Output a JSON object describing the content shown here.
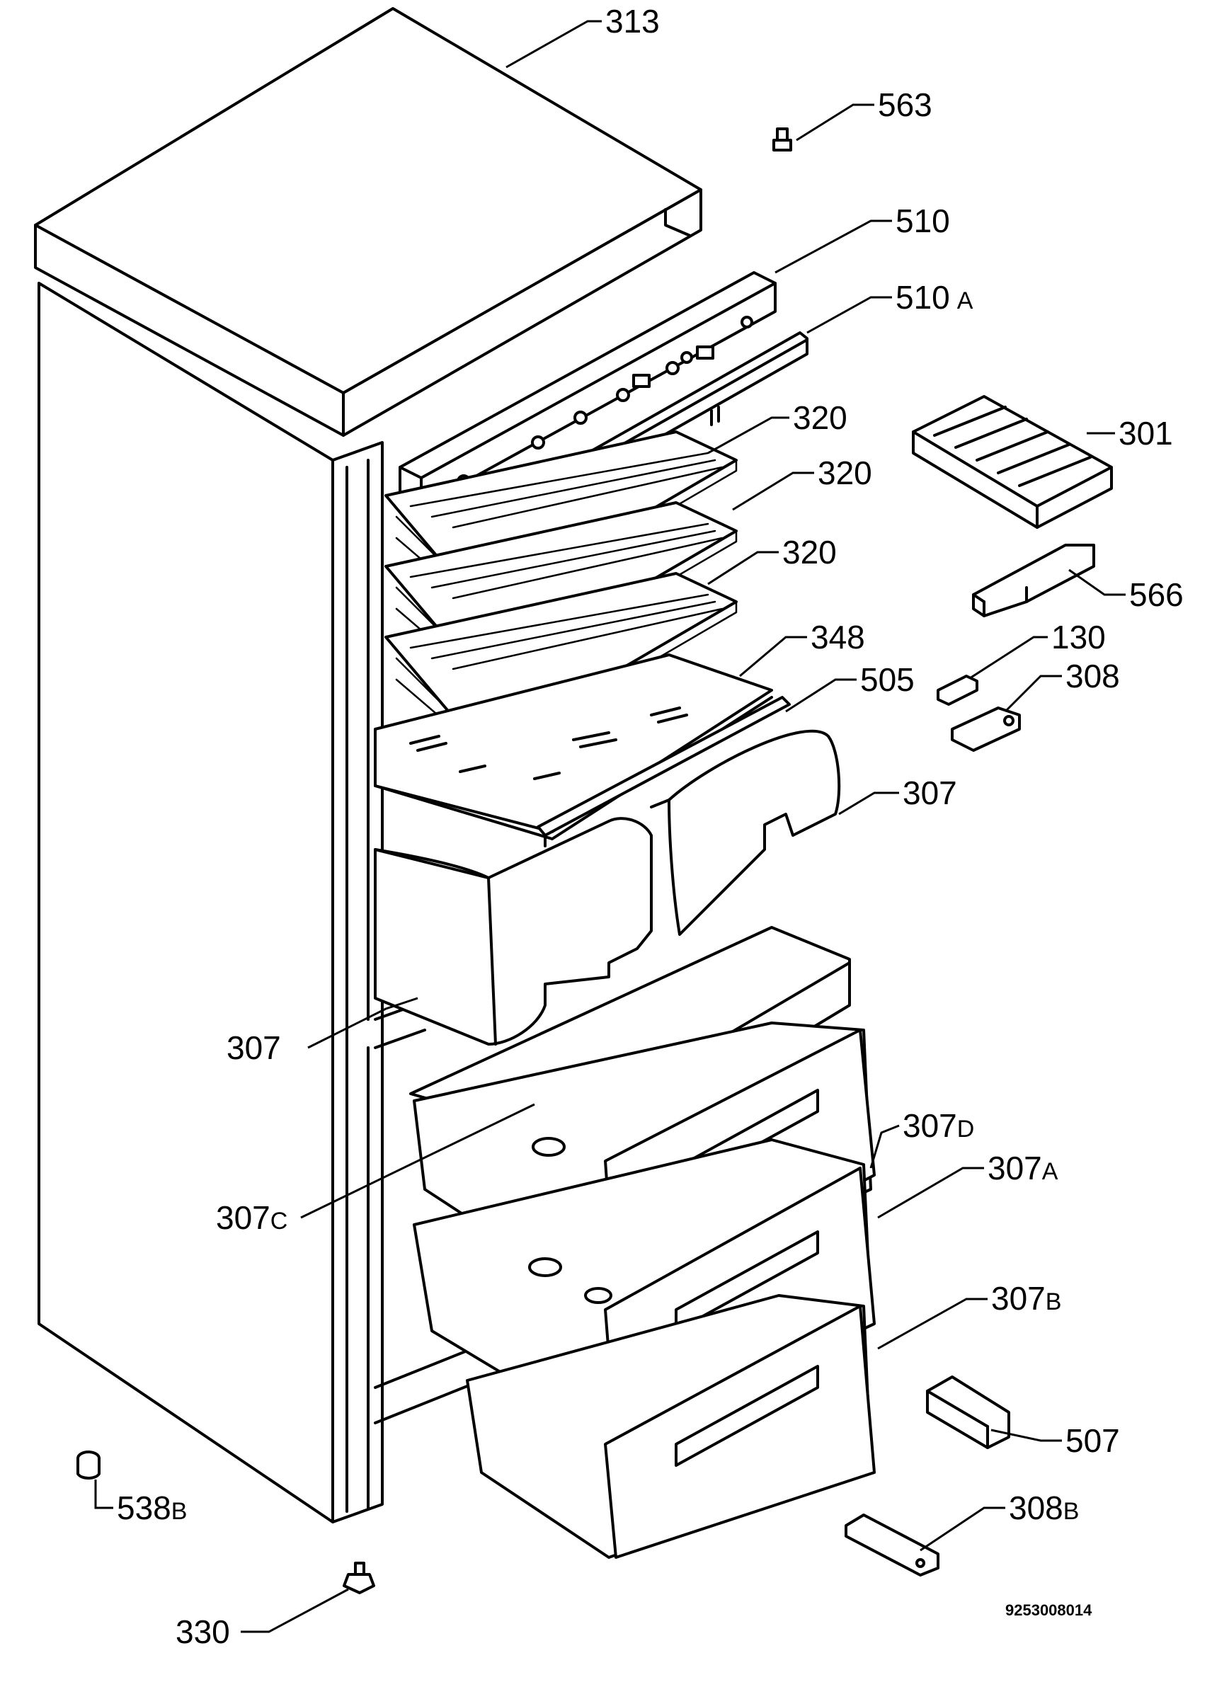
{
  "labels": {
    "p313": {
      "num": "313",
      "sfx": ""
    },
    "p563": {
      "num": "563",
      "sfx": ""
    },
    "p510": {
      "num": "510",
      "sfx": ""
    },
    "p510a": {
      "num": "510",
      "sfx": "A"
    },
    "p320a": {
      "num": "320",
      "sfx": ""
    },
    "p320b": {
      "num": "320",
      "sfx": ""
    },
    "p320c": {
      "num": "320",
      "sfx": ""
    },
    "p301": {
      "num": "301",
      "sfx": ""
    },
    "p566": {
      "num": "566",
      "sfx": ""
    },
    "p130": {
      "num": "130",
      "sfx": ""
    },
    "p308": {
      "num": "308",
      "sfx": ""
    },
    "p348": {
      "num": "348",
      "sfx": ""
    },
    "p505": {
      "num": "505",
      "sfx": ""
    },
    "p307a": {
      "num": "307",
      "sfx": ""
    },
    "p307b": {
      "num": "307",
      "sfx": ""
    },
    "p307d": {
      "num": "307",
      "sfx": "D"
    },
    "p307A": {
      "num": "307",
      "sfx": "A"
    },
    "p307c": {
      "num": "307",
      "sfx": "C"
    },
    "p307B": {
      "num": "307",
      "sfx": "B"
    },
    "p507": {
      "num": "507",
      "sfx": ""
    },
    "p538b": {
      "num": "538",
      "sfx": "B"
    },
    "p308b": {
      "num": "308",
      "sfx": "B"
    },
    "p330": {
      "num": "330",
      "sfx": ""
    }
  },
  "document_number": "9253008014"
}
